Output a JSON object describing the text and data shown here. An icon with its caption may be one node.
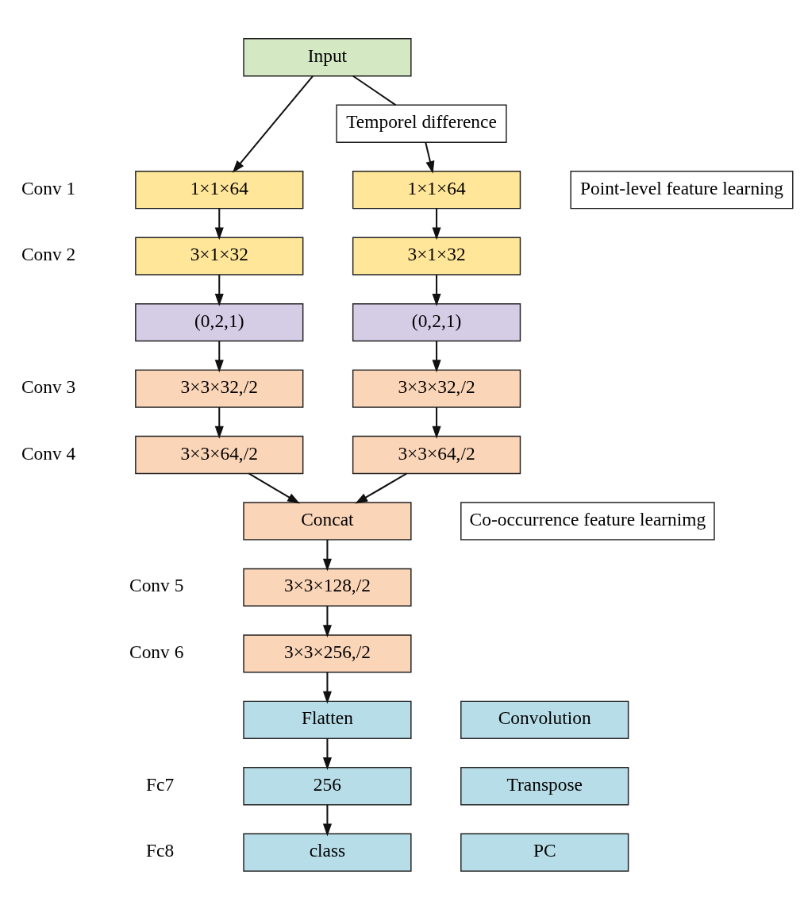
{
  "diagram": {
    "nodes": [
      {
        "text": [
          "Input"
        ]
      },
      {
        "text": [
          "Temporel difference"
        ]
      },
      {
        "text": [
          "1×1×64"
        ],
        "beside": [
          "Conv 1"
        ]
      },
      {
        "text": [
          "1×1×64"
        ]
      },
      {
        "text": [
          "Point-level feature learning"
        ]
      },
      {
        "text": [
          "3×1×32"
        ],
        "beside": [
          "Conv 2"
        ]
      },
      {
        "text": [
          "3×1×32"
        ]
      },
      {
        "text": [
          "(0,2,1)"
        ]
      },
      {
        "text": [
          "(0,2,1)"
        ]
      },
      {
        "text": [
          "3×3×32,/2"
        ],
        "beside": [
          "Conv 3"
        ]
      },
      {
        "text": [
          "3×3×32,/2"
        ]
      },
      {
        "text": [
          "3×3×64,/2"
        ],
        "beside": [
          "Conv 4"
        ]
      },
      {
        "text": [
          "3×3×64,/2"
        ]
      },
      {
        "text": [
          "Co-occurrence feature learnimg"
        ]
      },
      {
        "text": [
          "Concat"
        ]
      },
      {
        "text": [
          "3×3×128,/2"
        ],
        "beside": [
          "Conv 5"
        ]
      },
      {
        "text": [
          "3×3×256,/2"
        ],
        "beside": [
          "Conv 6"
        ]
      },
      {
        "text": [
          "Flatten"
        ]
      },
      {
        "text": [
          "Convolution"
        ]
      },
      {
        "text": [
          "256"
        ],
        "beside": [
          "Fc7"
        ]
      },
      {
        "text": [
          "Transpose"
        ]
      },
      {
        "text": [
          "class"
        ],
        "beside": [
          "Fc8"
        ]
      },
      {
        "text": [
          "PC"
        ]
      }
    ],
    "edges": [
      {
        "from": 0,
        "to": 2,
        "arrow": "to"
      },
      {
        "from": 0,
        "to": 1,
        "arrow": "none"
      },
      {
        "from": 1,
        "to": 3,
        "arrow": "to"
      },
      {
        "from": 2,
        "to": 5,
        "arrow": "to"
      },
      {
        "from": 3,
        "to": 6,
        "arrow": "to"
      },
      {
        "from": 5,
        "to": 7,
        "arrow": "to"
      },
      {
        "from": 6,
        "to": 8,
        "arrow": "to"
      },
      {
        "from": 7,
        "to": 9,
        "arrow": "to"
      },
      {
        "from": 8,
        "to": 10,
        "arrow": "to"
      },
      {
        "from": 9,
        "to": 11,
        "arrow": "to"
      },
      {
        "from": 10,
        "to": 12,
        "arrow": "to"
      },
      {
        "from": 11,
        "to": 14,
        "arrow": "to"
      },
      {
        "from": 12,
        "to": 14,
        "arrow": "to"
      },
      {
        "from": 14,
        "to": 15,
        "arrow": "to"
      },
      {
        "from": 15,
        "to": 16,
        "arrow": "to"
      },
      {
        "from": 16,
        "to": 17,
        "arrow": "to"
      },
      {
        "from": 17,
        "to": 19,
        "arrow": "to"
      },
      {
        "from": 19,
        "to": 21,
        "arrow": "to"
      }
    ]
  }
}
